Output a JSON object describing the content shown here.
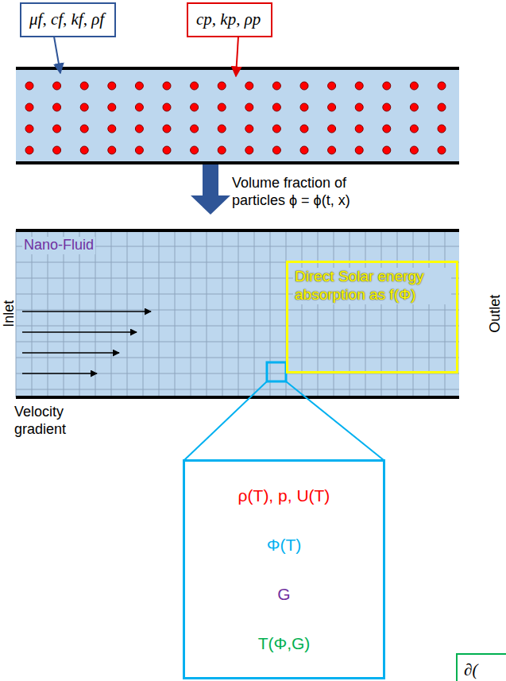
{
  "diagram": {
    "nodes": [
      {
        "text": [
          "μf, cf, kf, ρf"
        ]
      },
      {
        "text": [
          "cp, kp, ρp"
        ]
      },
      {
        "text": [
          "Nano-Fluid"
        ]
      },
      {
        "text": [
          "Direct Solar energy absorption as f(Φ)"
        ],
        "in": 2
      },
      {
        "text": [
          "ρ(T), p, U(T)",
          "Φ(T)",
          "G",
          "T(Φ,G)"
        ]
      },
      {
        "text": [
          "∂("
        ]
      }
    ],
    "labels": [
      "Volume fraction of particles ϕ = ϕ(t, x)",
      "Inlet",
      "Outlet",
      "Velocity gradient"
    ]
  }
}
